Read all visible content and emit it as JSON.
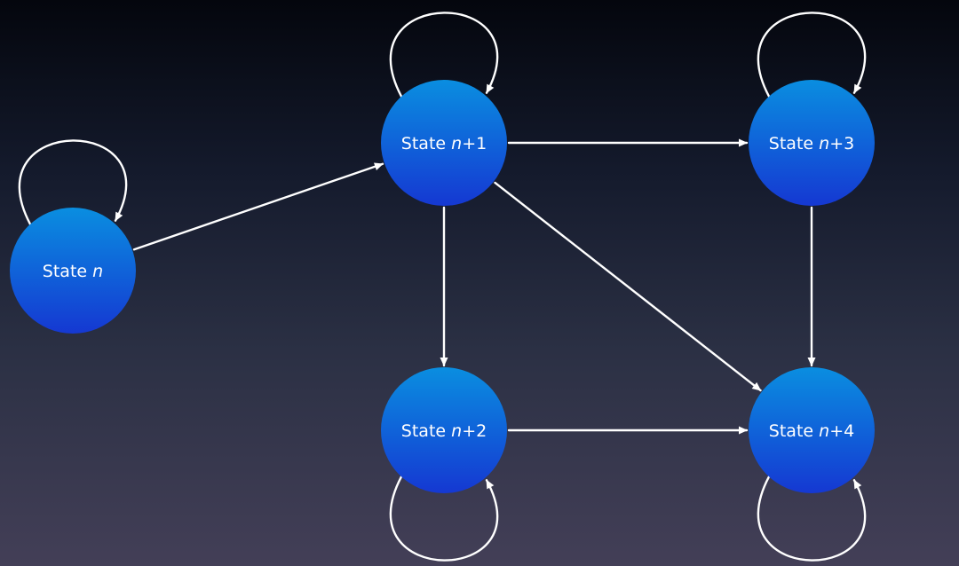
{
  "colors": {
    "node_top": "#0a8ee0",
    "node_bottom": "#1538d2",
    "edge": "#ffffff"
  },
  "nodes": [
    {
      "id": "n",
      "label": {
        "prefix": "State",
        "var": "n",
        "suffix": ""
      }
    },
    {
      "id": "n1",
      "label": {
        "prefix": "State",
        "var": "n",
        "suffix": "+1"
      }
    },
    {
      "id": "n2",
      "label": {
        "prefix": "State",
        "var": "n",
        "suffix": "+2"
      }
    },
    {
      "id": "n3",
      "label": {
        "prefix": "State",
        "var": "n",
        "suffix": "+3"
      }
    },
    {
      "id": "n4",
      "label": {
        "prefix": "State",
        "var": "n",
        "suffix": "+4"
      }
    }
  ],
  "edges": [
    {
      "from": "n",
      "to": "n",
      "self_loop": true
    },
    {
      "from": "n",
      "to": "n1"
    },
    {
      "from": "n1",
      "to": "n1",
      "self_loop": true
    },
    {
      "from": "n1",
      "to": "n3"
    },
    {
      "from": "n1",
      "to": "n2"
    },
    {
      "from": "n1",
      "to": "n4"
    },
    {
      "from": "n3",
      "to": "n3",
      "self_loop": true
    },
    {
      "from": "n3",
      "to": "n4"
    },
    {
      "from": "n2",
      "to": "n4"
    },
    {
      "from": "n2",
      "to": "n2",
      "self_loop": true
    },
    {
      "from": "n4",
      "to": "n4",
      "self_loop": true
    }
  ]
}
